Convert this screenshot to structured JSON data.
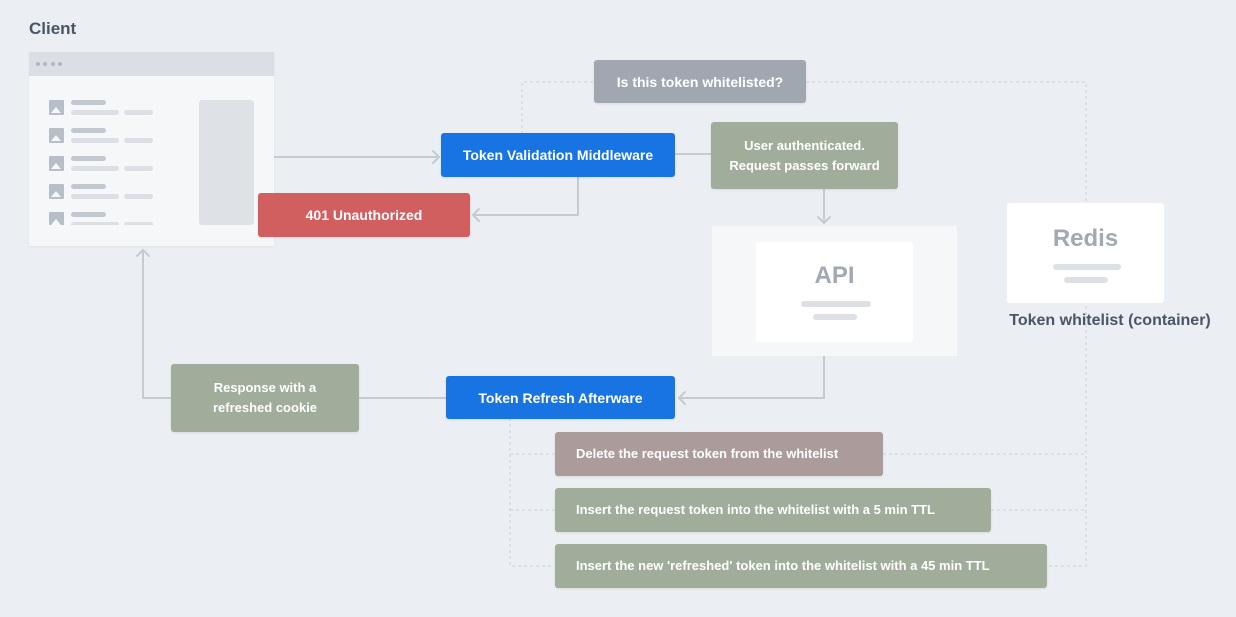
{
  "client": {
    "label": "Client"
  },
  "nodes": {
    "whitelist_question": "Is this token whitelisted?",
    "validation_middleware": "Token Validation Middleware",
    "user_authenticated": "User authenticated.\nRequest passes forward",
    "unauthorized": "401 Unauthorized",
    "api": "API",
    "redis": "Redis",
    "redis_caption": "Token whitelist (container)",
    "response_refreshed": "Response with a\nrefreshed cookie",
    "refresh_afterware": "Token Refresh Afterware",
    "step_delete": "Delete the request token from the whitelist",
    "step_insert_request": "Insert the request token into the whitelist with a 5 min TTL",
    "step_insert_refreshed": "Insert the new 'refreshed' token into the whitelist with a 45 min TTL"
  },
  "colors": {
    "background": "#ebeef2",
    "blue": "#1874e3",
    "red": "#d25f60",
    "gray": "#a0a7b0",
    "sage": "#9fad9a",
    "mauve": "#ab9b9b",
    "connector": "#c5cbd3"
  }
}
